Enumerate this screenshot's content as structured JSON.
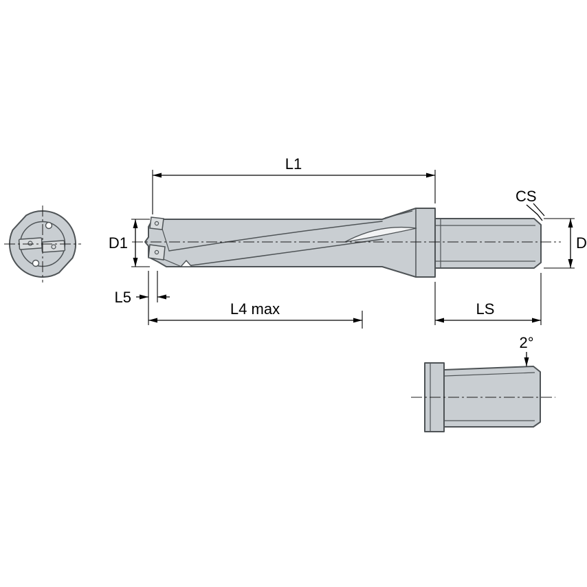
{
  "diagram": {
    "labels": {
      "l1": "L1",
      "d1": "D1",
      "l5": "L5",
      "l4_max": "L4 max",
      "ls": "LS",
      "cs": "CS",
      "d": "D",
      "taper_angle": "2°"
    },
    "colors": {
      "body_fill": "#c9ced2",
      "outline": "#4e5356",
      "dimension": "#000000",
      "background": "#ffffff"
    }
  }
}
